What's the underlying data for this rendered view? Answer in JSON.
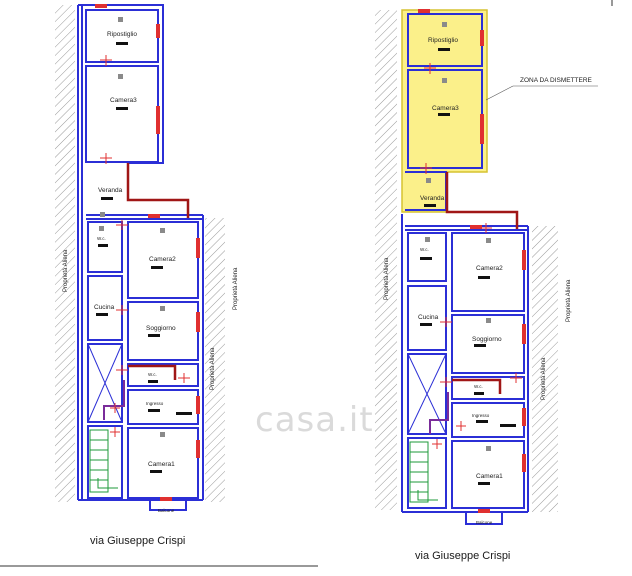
{
  "colors": {
    "wall": "#2b2fd6",
    "pipe": "#d21f1f",
    "pipe_dark": "#a01616",
    "hatch": "#9a9a9a",
    "zone_fill": "#fbf08a",
    "zone_stroke": "#d6c230",
    "stair": "#1e9a3a",
    "label_bar": "#111111"
  },
  "left_plan": {
    "rooms": {
      "ripostiglio": "Ripostiglio",
      "camera3": "Camera3",
      "veranda": "Veranda",
      "wc": "W.c.",
      "camera2": "Camera2",
      "cucina": "Cucina",
      "soggiorno": "Soggiorno",
      "wc2": "W.c.",
      "ingresso": "Ingresso",
      "camera1": "Camera1",
      "balcone": "Balcone"
    },
    "neighbours": {
      "left": "Proprietà Aliena",
      "right_top": "Proprietà Aliena",
      "right_bottom": "Proprietà Aliena"
    },
    "caption": "via Giuseppe Crispi"
  },
  "right_plan": {
    "rooms": {
      "ripostiglio": "Ripostiglio",
      "camera3": "Camera3",
      "veranda": "Veranda",
      "wc": "W.c.",
      "camera2": "Camera2",
      "cucina": "Cucina",
      "soggiorno": "Soggiorno",
      "wc2": "W.c.",
      "ingresso": "Ingresso",
      "camera1": "Camera1",
      "balcone": "Balcone"
    },
    "zone_label": "ZONA DA DISMETTERE",
    "neighbours": {
      "left": "Proprietà Aliena",
      "right_top": "Proprietà Aliena",
      "right_bottom": "Proprietà Aliena"
    },
    "caption": "via Giuseppe Crispi"
  },
  "watermark": "casa.it"
}
